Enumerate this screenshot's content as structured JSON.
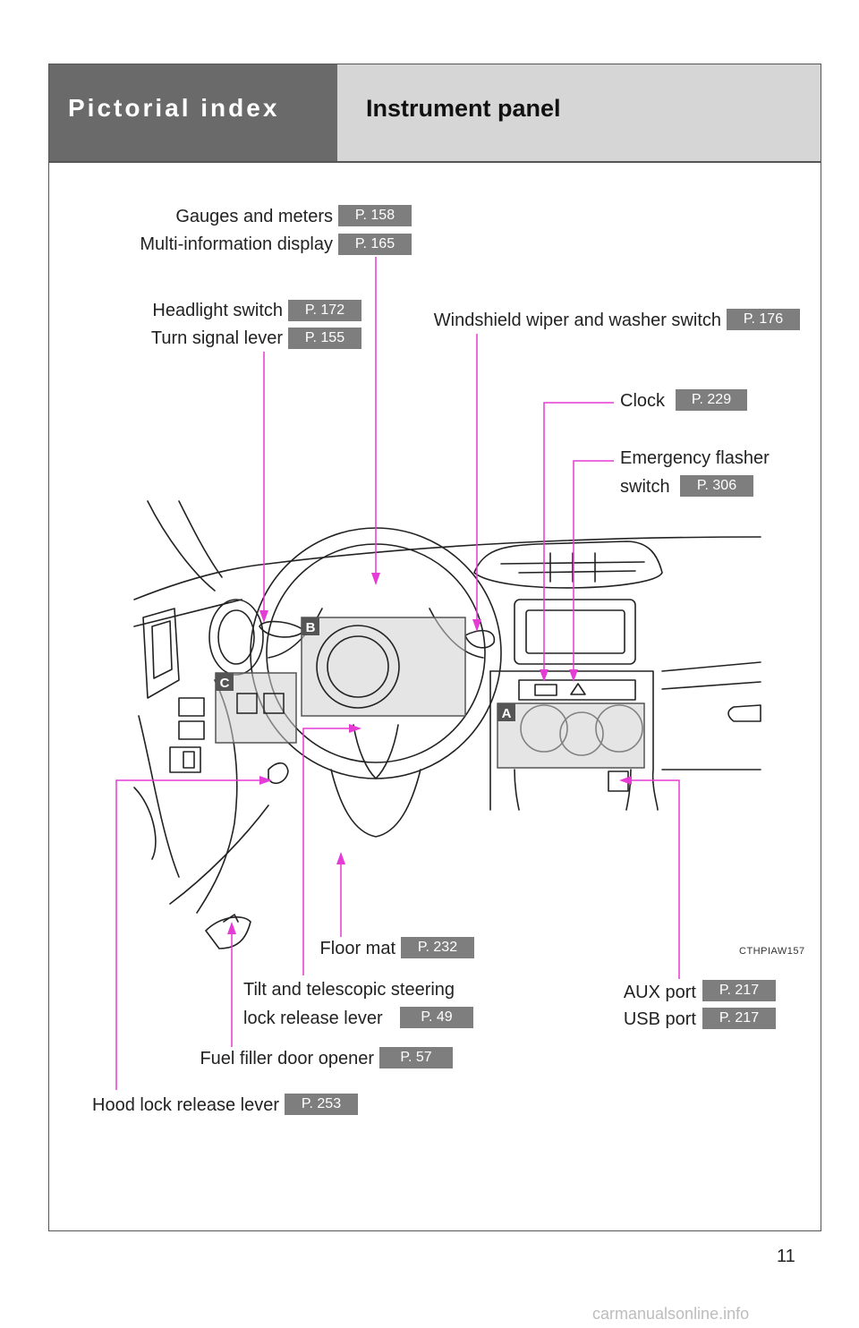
{
  "header": {
    "title": "Pictorial index",
    "subtitle": "Instrument panel"
  },
  "labels": {
    "gauges": {
      "text": "Gauges and meters",
      "page": "P. 158"
    },
    "multi_info": {
      "text": "Multi-information display",
      "page": "P. 165"
    },
    "headlight": {
      "text": "Headlight switch",
      "page": "P. 172"
    },
    "turn_signal": {
      "text": "Turn signal lever",
      "page": "P. 155"
    },
    "wiper": {
      "text": "Windshield wiper and washer switch",
      "page": "P. 176"
    },
    "clock": {
      "text": "Clock",
      "page": "P. 229"
    },
    "emergency_1": "Emergency flasher",
    "emergency_2": {
      "text": "switch",
      "page": "P. 306"
    },
    "floor_mat": {
      "text": "Floor mat",
      "page": "P. 232"
    },
    "tilt_1": "Tilt and telescopic steering",
    "tilt_2": {
      "text": "lock release lever",
      "page": "P. 49"
    },
    "fuel": {
      "text": "Fuel filler door opener",
      "page": "P. 57"
    },
    "hood": {
      "text": "Hood lock release lever",
      "page": "P. 253"
    },
    "aux": {
      "text": "AUX port",
      "page": "P. 217"
    },
    "usb": {
      "text": "USB port",
      "page": "P. 217"
    }
  },
  "markers": {
    "a": "A",
    "b": "B",
    "c": "C"
  },
  "image_code": "CTHPIAW157",
  "page_number": "11",
  "footer": "carmanualsonline.info",
  "colors": {
    "leader": "#e63cd6",
    "badge": "#7e7e7e",
    "header_dark": "#6a6a6a",
    "header_light": "#d6d6d6"
  }
}
